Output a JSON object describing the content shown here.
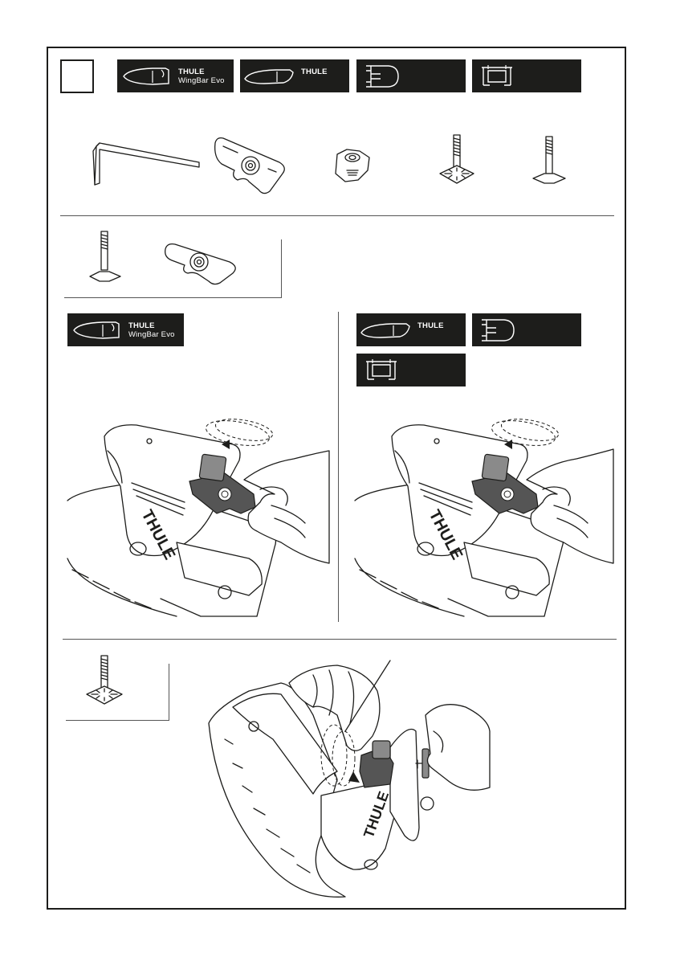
{
  "step": {
    "number": ""
  },
  "badges": {
    "wingbar_evo": {
      "brand": "THULE",
      "model": "WingBar Evo",
      "icon": "wingbar-evo-profile-icon"
    },
    "wingbar": {
      "brand": "THULE",
      "icon": "wingbar-profile-icon"
    },
    "t_track_profile": {
      "icon": "rail-profile-icon"
    },
    "square_track_profile": {
      "icon": "square-profile-icon"
    }
  },
  "parts": [
    {
      "icon": "allen-key-icon"
    },
    {
      "icon": "adapter-plate-icon"
    },
    {
      "icon": "knob-icon"
    },
    {
      "icon": "t-bolt-with-washer-icon"
    },
    {
      "icon": "t-bolt-icon"
    }
  ],
  "illustrations": {
    "left": {
      "logo": "THULE"
    },
    "right": {
      "logo": "THULE"
    },
    "bottom": {
      "logo": "THULE"
    }
  },
  "colors": {
    "badge_bg": "#1d1d1b",
    "part_gray": "#8a8a8a"
  }
}
